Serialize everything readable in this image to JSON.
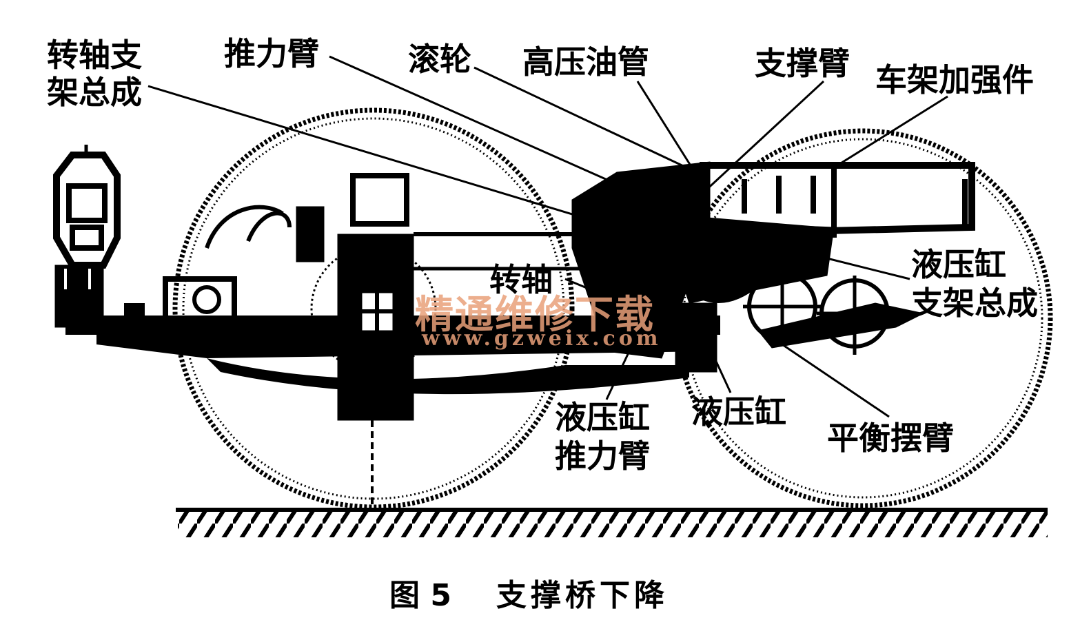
{
  "labels": {
    "axle_bracket_1": "转轴支",
    "axle_bracket_2": "架总成",
    "thrust_arm": "推力臂",
    "roller": "滚轮",
    "hp_oil_pipe": "高压油管",
    "support_arm": "支撑臂",
    "frame_reinforcement": "车架加强件",
    "axle": "转轴",
    "cyl_bracket_1": "液压缸",
    "cyl_bracket_2": "支架总成",
    "cyl_thrust_1": "液压缸",
    "cyl_thrust_2": "推力臂",
    "cylinder": "液压缸",
    "balance_arm": "平衡摆臂"
  },
  "watermark": {
    "text": "精通维修下载",
    "url": "www.gzweix.com"
  },
  "caption": {
    "figure": "图 5",
    "title": "支撑桥下降"
  },
  "colors": {
    "ink": "#000000",
    "watermark": "#e9a07a",
    "background": "#ffffff"
  }
}
